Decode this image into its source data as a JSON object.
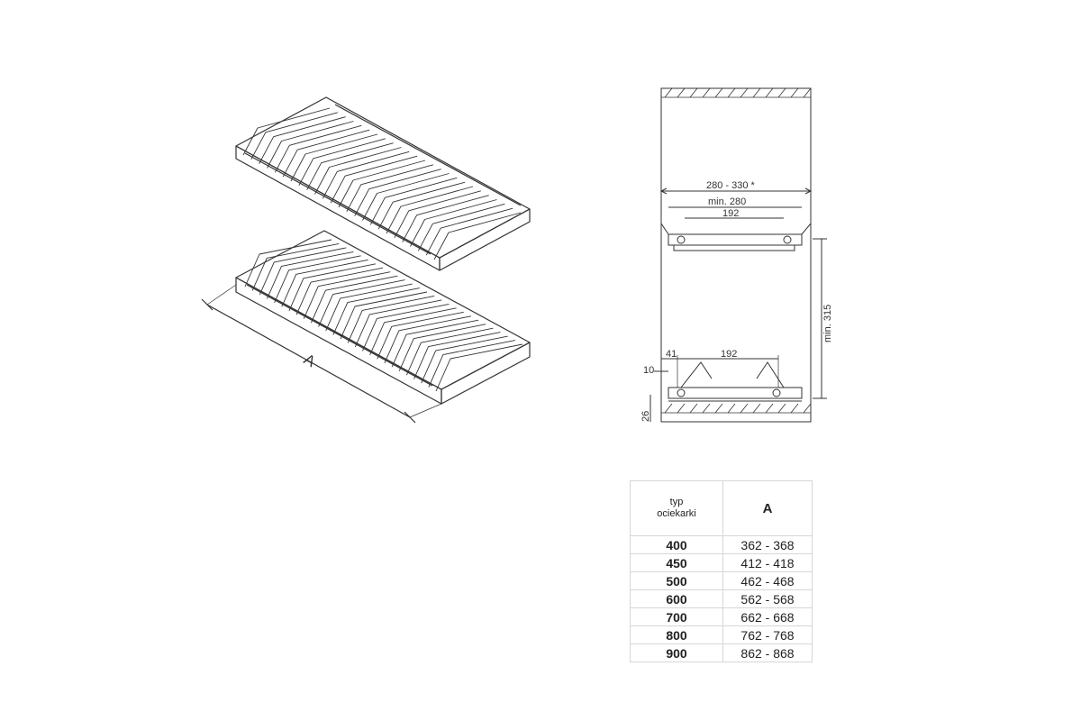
{
  "iso_view": {
    "dimension_label": "A"
  },
  "section_view": {
    "cabinet_width": "280 - 330 *",
    "min_width": "min. 280",
    "top_spacing": "192",
    "bottom_spacing": "192",
    "edge_offset": "41",
    "side_offset": "10",
    "height_min": "min. 315",
    "base_height": "26"
  },
  "table": {
    "header_type": "typ ociekarki",
    "header_a": "A",
    "rows": [
      {
        "type": "400",
        "range": "362 - 368"
      },
      {
        "type": "450",
        "range": "412 - 418"
      },
      {
        "type": "500",
        "range": "462 - 468"
      },
      {
        "type": "600",
        "range": "562 - 568"
      },
      {
        "type": "700",
        "range": "662 - 668"
      },
      {
        "type": "800",
        "range": "762 - 768"
      },
      {
        "type": "900",
        "range": "862 - 868"
      }
    ]
  },
  "colors": {
    "line": "#333333",
    "grid": "#d6d6d6"
  }
}
